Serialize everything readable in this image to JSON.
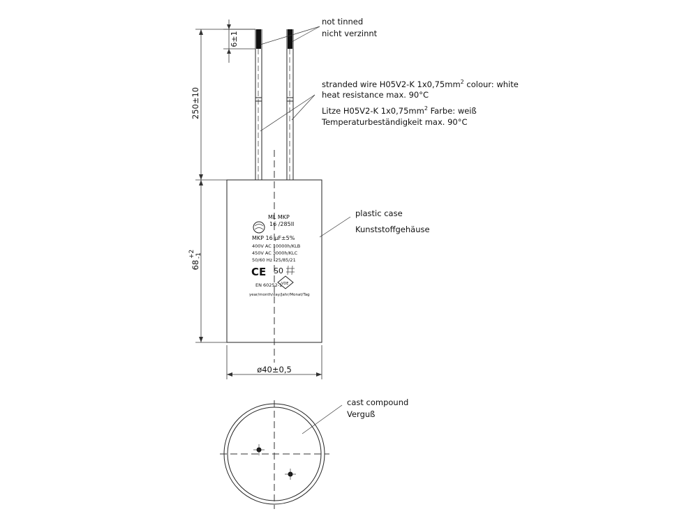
{
  "annotations": {
    "not_tinned_en": "not tinned",
    "not_tinned_de": "nicht verzinnt",
    "wire_en_1": "stranded wire  H05V2-K  1x0,75mm",
    "wire_en_sup": "2",
    "wire_en_2": "  colour:  white",
    "wire_en_heat": "heat resistance max.  90°C",
    "wire_de_1": "Litze  H05V2-K   1x0,75mm",
    "wire_de_sup": "2",
    "wire_de_2": "  Farbe:  weiß",
    "wire_de_heat": "Temperaturbeständigkeit max.  90°C",
    "case_en": "plastic case",
    "case_de": "Kunststoffgehäuse",
    "compound_en": "cast compound",
    "compound_de": "Verguß"
  },
  "dimensions": {
    "strip_length": "6±1",
    "wire_length": "250±10",
    "body_height_base": "68",
    "body_height_tol_upper": "+2",
    "body_height_tol_lower": "-1",
    "diameter": "ø40±0,5"
  },
  "label": {
    "line1": "ML  MKP",
    "line2": "16 /285II",
    "line3": "MKP  16   µF±5%",
    "line4": "400V AC 10000h/KLB",
    "line5": "450V AC  3000h/KLC",
    "line6": "50/60 Hz -25/85/21",
    "ce_mark": "CE",
    "s0_mark": "S0",
    "standard": "EN 60252-1",
    "date_format": "year/month/day/Jahr/Monat/Tag",
    "vde_text": "VDE"
  }
}
